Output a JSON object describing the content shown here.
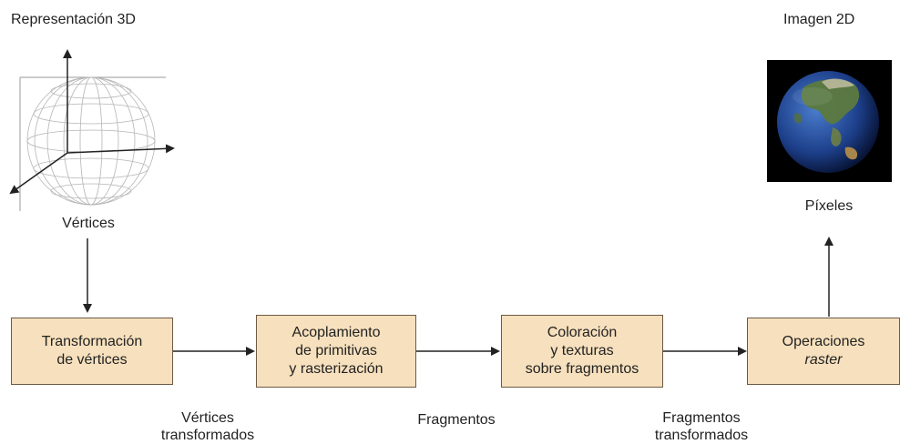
{
  "titles": {
    "left": "Representación 3D",
    "right": "Imagen 2D"
  },
  "labels": {
    "vertices": "Vértices",
    "pixels": "Píxeles",
    "edge1_line1": "Vértices",
    "edge1_line2": "transformados",
    "edge2": "Fragmentos",
    "edge3_line1": "Fragmentos",
    "edge3_line2": "transformados"
  },
  "boxes": [
    {
      "line1": "Transformación",
      "line2": "de vértices"
    },
    {
      "line1": "Acoplamiento",
      "line2": "de primitivas",
      "line3": "y rasterización"
    },
    {
      "line1": "Coloración",
      "line2": "y texturas",
      "line3": "sobre fragmentos"
    },
    {
      "line1": "Operaciones",
      "line2": "raster"
    }
  ],
  "colors": {
    "box_fill": "#f7e0bd",
    "box_border": "#6b5a45",
    "arrow": "#222222",
    "earth_ocean": "#1d3f8a",
    "earth_land": "#4f6b3a"
  }
}
